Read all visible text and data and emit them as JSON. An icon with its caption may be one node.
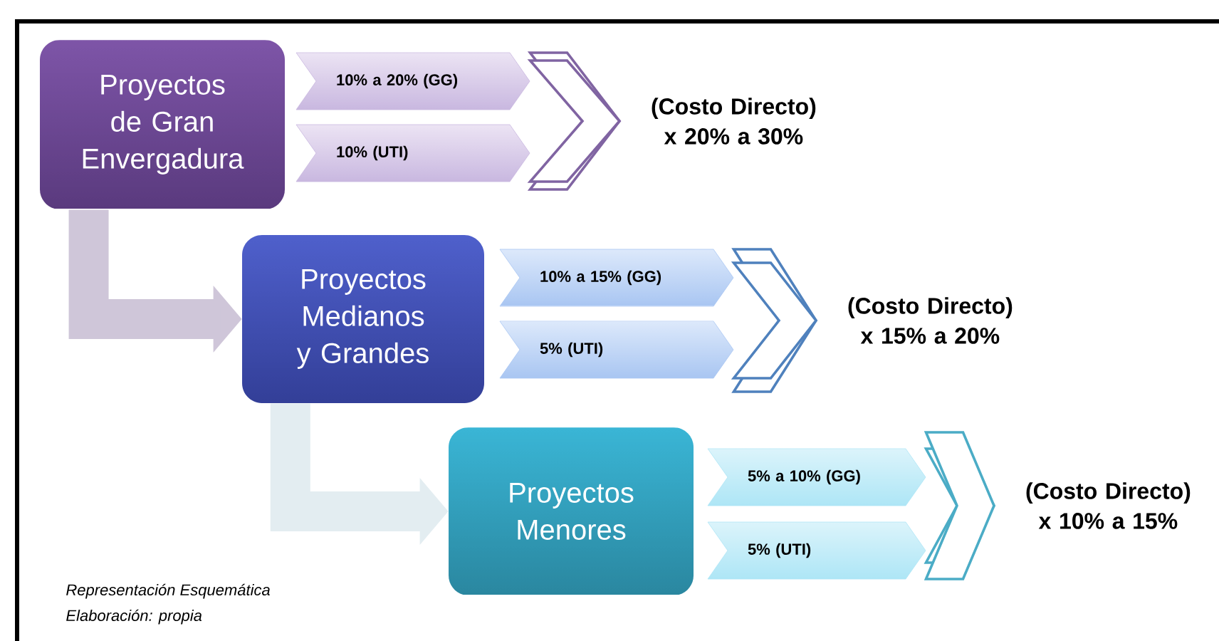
{
  "diagram": {
    "nodes": [
      {
        "text": [
          "Proyectos de Gran Envergadura"
        ]
      },
      {
        "text": [
          "10% a 20% (GG)"
        ]
      },
      {
        "text": [
          "10% (UTI)"
        ]
      },
      {
        "text": [
          "(Costo Directo) x 20% a 30%"
        ]
      },
      {
        "text": [
          "Proyectos Medianos y Grandes"
        ]
      },
      {
        "text": [
          "10% a 15% (GG)"
        ]
      },
      {
        "text": [
          "5% (UTI)"
        ]
      },
      {
        "text": [
          "(Costo Directo) x 15% a 20%"
        ]
      },
      {
        "text": [
          "Proyectos Menores"
        ]
      },
      {
        "text": [
          "5% a 10% (GG)"
        ]
      },
      {
        "text": [
          "5% (UTI)"
        ]
      },
      {
        "text": [
          "(Costo Directo) x 10% a 15%"
        ]
      }
    ],
    "edges": [
      {
        "from": 0,
        "to": 4,
        "arrow": "to",
        "color": "#cfc6d9"
      },
      {
        "from": 4,
        "to": 8,
        "arrow": "to",
        "color": "#e3edf1"
      },
      {
        "from": 1,
        "to": 3,
        "arrow": "to",
        "color": "#8064a2"
      },
      {
        "from": 2,
        "to": 3,
        "arrow": "to",
        "color": "#8064a2"
      },
      {
        "from": 5,
        "to": 7,
        "arrow": "to",
        "color": "#4f81bd"
      },
      {
        "from": 6,
        "to": 7,
        "arrow": "to",
        "color": "#4f81bd"
      },
      {
        "from": 9,
        "to": 11,
        "arrow": "to",
        "color": "#4bacc6"
      },
      {
        "from": 10,
        "to": 11,
        "arrow": "to",
        "color": "#4bacc6"
      }
    ],
    "labels": [
      "Representación Esquemática",
      "Elaboración: propia"
    ]
  }
}
